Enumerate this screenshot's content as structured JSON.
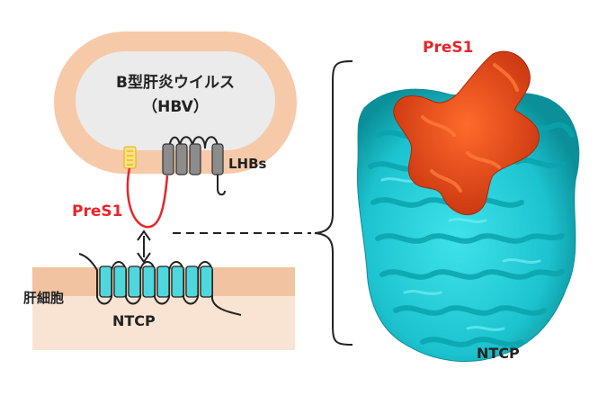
{
  "figure": {
    "virus": {
      "title_line1": "B型肝炎ウイルス",
      "title_line2": "（HBV）",
      "protein_label": "LHBs"
    },
    "presl_label_left": "PreS1",
    "cell": {
      "label": "肝細胞",
      "receptor_label": "NTCP"
    },
    "structure": {
      "presl_label": "PreS1",
      "ntcp_label": "NTCP"
    },
    "colors": {
      "virus_shell": "#f6c9a8",
      "virus_core": "#ebebeb",
      "membrane_dark": "#f2c3a0",
      "membrane_light": "#f9e4d4",
      "ntcp_fill": "#4fd7de",
      "lhbs_fill": "#8c8c8c",
      "presl_red": "#e8242a",
      "presl_structure": "#e2471a",
      "ntcp_structure": "#20c9d4"
    }
  }
}
